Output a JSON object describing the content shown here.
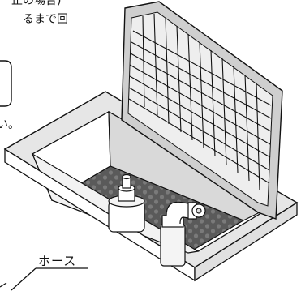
{
  "text": {
    "line1": "止の場合)",
    "line2": "るまで回",
    "line3": "い。",
    "hose_label": "ホース"
  },
  "colors": {
    "line": "#111111",
    "floor_dark": "#5a5a5a",
    "wall_light": "#ffffff",
    "wall_shade": "#d9d9d9",
    "lid_shade": "#cfcfcf"
  },
  "icons": {
    "valve": "valve-icon",
    "elbow_fitting": "elbow-fitting-icon",
    "lid": "lid-icon"
  }
}
